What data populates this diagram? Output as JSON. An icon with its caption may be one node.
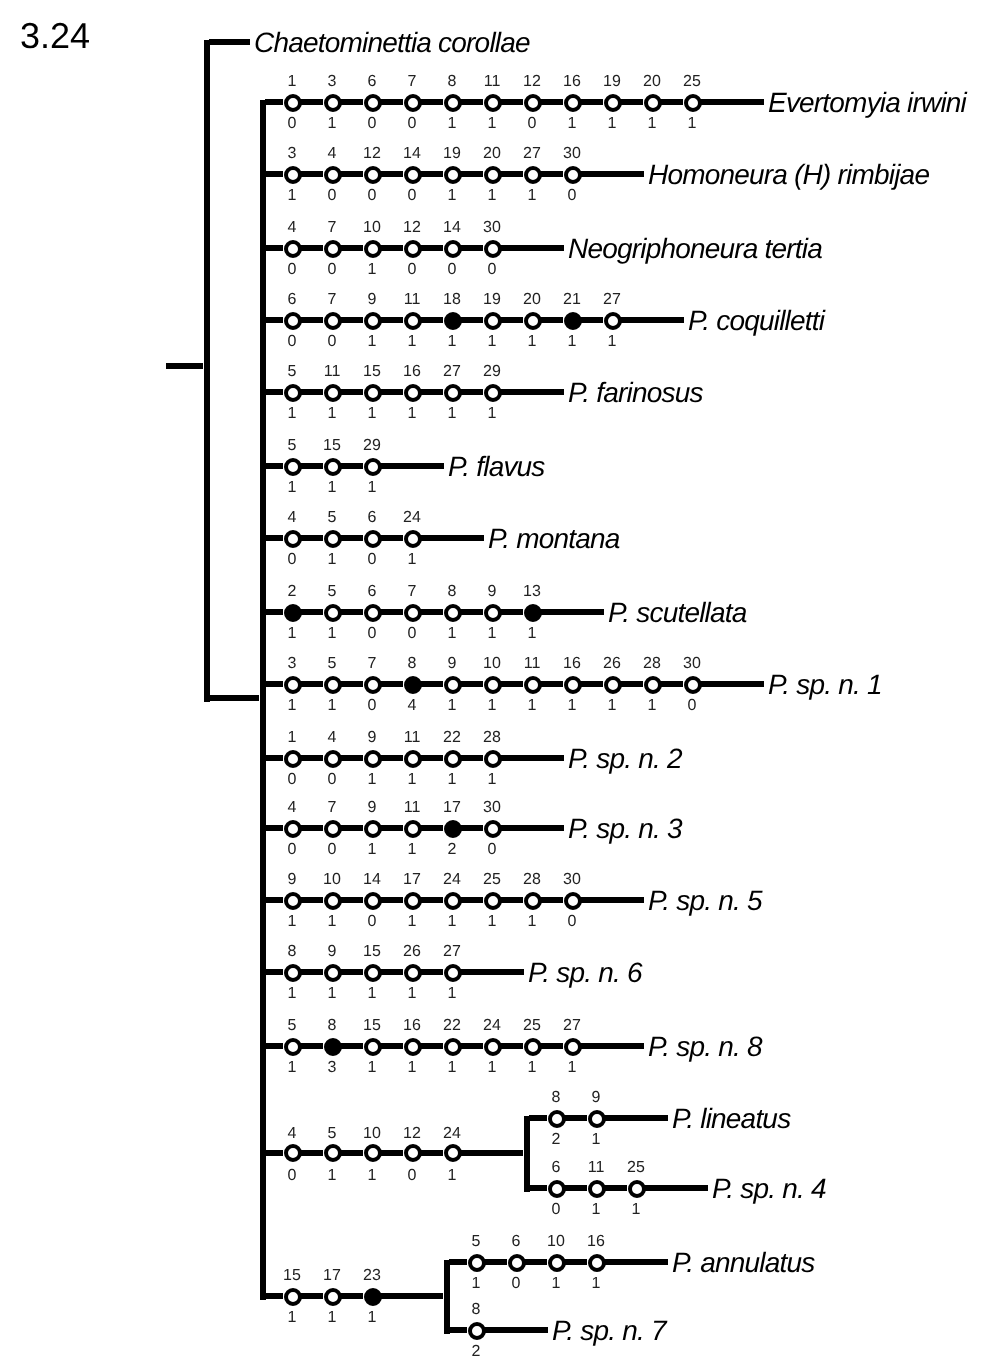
{
  "diagram": {
    "nodes": [
      {
        "text": [],
        "shape": "bar"
      },
      {
        "text": [
          "Chaetominettia corollae"
        ]
      },
      {
        "text": [],
        "shape": "bar"
      },
      {
        "text": [],
        "shape": "circle",
        "beside": [
          "1",
          "0"
        ]
      },
      {
        "text": [],
        "shape": "circle",
        "beside": [
          "3",
          "1"
        ]
      },
      {
        "text": [],
        "shape": "circle",
        "beside": [
          "6",
          "0"
        ]
      },
      {
        "text": [],
        "shape": "circle",
        "beside": [
          "7",
          "0"
        ]
      },
      {
        "text": [],
        "shape": "circle",
        "beside": [
          "8",
          "1"
        ]
      },
      {
        "text": [],
        "shape": "circle",
        "beside": [
          "11",
          "1"
        ]
      },
      {
        "text": [],
        "shape": "circle",
        "beside": [
          "12",
          "0"
        ]
      },
      {
        "text": [],
        "shape": "circle",
        "beside": [
          "16",
          "1"
        ]
      },
      {
        "text": [],
        "shape": "circle",
        "beside": [
          "19",
          "1"
        ]
      },
      {
        "text": [],
        "shape": "circle",
        "beside": [
          "20",
          "1"
        ]
      },
      {
        "text": [],
        "shape": "circle",
        "beside": [
          "25",
          "1"
        ]
      },
      {
        "text": [
          "Evertomyia irwini"
        ]
      },
      {
        "text": [],
        "shape": "circle",
        "beside": [
          "3",
          "1"
        ]
      },
      {
        "text": [],
        "shape": "circle",
        "beside": [
          "4",
          "0"
        ]
      },
      {
        "text": [],
        "shape": "circle",
        "beside": [
          "12",
          "0"
        ]
      },
      {
        "text": [],
        "shape": "circle",
        "beside": [
          "14",
          "0"
        ]
      },
      {
        "text": [],
        "shape": "circle",
        "beside": [
          "19",
          "1"
        ]
      },
      {
        "text": [],
        "shape": "circle",
        "beside": [
          "20",
          "1"
        ]
      },
      {
        "text": [],
        "shape": "circle",
        "beside": [
          "27",
          "1"
        ]
      },
      {
        "text": [],
        "shape": "circle",
        "beside": [
          "30",
          "0"
        ]
      },
      {
        "text": [
          "Homoneura (H) rimbijae"
        ]
      },
      {
        "text": [],
        "shape": "circle",
        "beside": [
          "4",
          "0"
        ]
      },
      {
        "text": [],
        "shape": "circle",
        "beside": [
          "7",
          "0"
        ]
      },
      {
        "text": [],
        "shape": "circle",
        "beside": [
          "10",
          "1"
        ]
      },
      {
        "text": [],
        "shape": "circle",
        "beside": [
          "12",
          "0"
        ]
      },
      {
        "text": [],
        "shape": "circle",
        "beside": [
          "14",
          "0"
        ]
      },
      {
        "text": [],
        "shape": "circle",
        "beside": [
          "30",
          "0"
        ]
      },
      {
        "text": [
          "Neogriphoneura tertia"
        ]
      },
      {
        "text": [],
        "shape": "circle",
        "beside": [
          "6",
          "0"
        ]
      },
      {
        "text": [],
        "shape": "circle",
        "beside": [
          "7",
          "0"
        ]
      },
      {
        "text": [],
        "shape": "circle",
        "beside": [
          "9",
          "1"
        ]
      },
      {
        "text": [],
        "shape": "circle",
        "beside": [
          "11",
          "1"
        ]
      },
      {
        "text": [],
        "shape": "dot",
        "beside": [
          "18",
          "1"
        ]
      },
      {
        "text": [],
        "shape": "circle",
        "beside": [
          "19",
          "1"
        ]
      },
      {
        "text": [],
        "shape": "circle",
        "beside": [
          "20",
          "1"
        ]
      },
      {
        "text": [],
        "shape": "dot",
        "beside": [
          "21",
          "1"
        ]
      },
      {
        "text": [],
        "shape": "circle",
        "beside": [
          "27",
          "1"
        ]
      },
      {
        "text": [
          "P. coquilletti"
        ]
      },
      {
        "text": [],
        "shape": "circle",
        "beside": [
          "5",
          "1"
        ]
      },
      {
        "text": [],
        "shape": "circle",
        "beside": [
          "11",
          "1"
        ]
      },
      {
        "text": [],
        "shape": "circle",
        "beside": [
          "15",
          "1"
        ]
      },
      {
        "text": [],
        "shape": "circle",
        "beside": [
          "16",
          "1"
        ]
      },
      {
        "text": [],
        "shape": "circle",
        "beside": [
          "27",
          "1"
        ]
      },
      {
        "text": [],
        "shape": "circle",
        "beside": [
          "29",
          "1"
        ]
      },
      {
        "text": [
          "P. farinosus"
        ]
      },
      {
        "text": [],
        "shape": "circle",
        "beside": [
          "5",
          "1"
        ]
      },
      {
        "text": [],
        "shape": "circle",
        "beside": [
          "15",
          "1"
        ]
      },
      {
        "text": [],
        "shape": "circle",
        "beside": [
          "29",
          "1"
        ]
      },
      {
        "text": [
          "P. flavus"
        ]
      },
      {
        "text": [],
        "shape": "circle",
        "beside": [
          "4",
          "0"
        ]
      },
      {
        "text": [],
        "shape": "circle",
        "beside": [
          "5",
          "1"
        ]
      },
      {
        "text": [],
        "shape": "circle",
        "beside": [
          "6",
          "0"
        ]
      },
      {
        "text": [],
        "shape": "circle",
        "beside": [
          "24",
          "1"
        ]
      },
      {
        "text": [
          "P. montana"
        ]
      },
      {
        "text": [],
        "shape": "dot",
        "beside": [
          "2",
          "1"
        ]
      },
      {
        "text": [],
        "shape": "circle",
        "beside": [
          "5",
          "1"
        ]
      },
      {
        "text": [],
        "shape": "circle",
        "beside": [
          "6",
          "0"
        ]
      },
      {
        "text": [],
        "shape": "circle",
        "beside": [
          "7",
          "0"
        ]
      },
      {
        "text": [],
        "shape": "circle",
        "beside": [
          "8",
          "1"
        ]
      },
      {
        "text": [],
        "shape": "circle",
        "beside": [
          "9",
          "1"
        ]
      },
      {
        "text": [],
        "shape": "dot",
        "beside": [
          "13",
          "1"
        ]
      },
      {
        "text": [
          "P. scutellata"
        ]
      },
      {
        "text": [],
        "shape": "circle",
        "beside": [
          "3",
          "1"
        ]
      },
      {
        "text": [],
        "shape": "circle",
        "beside": [
          "5",
          "1"
        ]
      },
      {
        "text": [],
        "shape": "circle",
        "beside": [
          "7",
          "0"
        ]
      },
      {
        "text": [],
        "shape": "dot",
        "beside": [
          "8",
          "4"
        ]
      },
      {
        "text": [],
        "shape": "circle",
        "beside": [
          "9",
          "1"
        ]
      },
      {
        "text": [],
        "shape": "circle",
        "beside": [
          "10",
          "1"
        ]
      },
      {
        "text": [],
        "shape": "circle",
        "beside": [
          "11",
          "1"
        ]
      },
      {
        "text": [],
        "shape": "circle",
        "beside": [
          "16",
          "1"
        ]
      },
      {
        "text": [],
        "shape": "circle",
        "beside": [
          "26",
          "1"
        ]
      },
      {
        "text": [],
        "shape": "circle",
        "beside": [
          "28",
          "1"
        ]
      },
      {
        "text": [],
        "shape": "circle",
        "beside": [
          "30",
          "0"
        ]
      },
      {
        "text": [
          "P. sp. n. 1"
        ]
      },
      {
        "text": [],
        "shape": "circle",
        "beside": [
          "1",
          "0"
        ]
      },
      {
        "text": [],
        "shape": "circle",
        "beside": [
          "4",
          "0"
        ]
      },
      {
        "text": [],
        "shape": "circle",
        "beside": [
          "9",
          "1"
        ]
      },
      {
        "text": [],
        "shape": "circle",
        "beside": [
          "11",
          "1"
        ]
      },
      {
        "text": [],
        "shape": "circle",
        "beside": [
          "22",
          "1"
        ]
      },
      {
        "text": [],
        "shape": "circle",
        "beside": [
          "28",
          "1"
        ]
      },
      {
        "text": [
          "P. sp. n. 2"
        ]
      },
      {
        "text": [],
        "shape": "circle",
        "beside": [
          "4",
          "0"
        ]
      },
      {
        "text": [],
        "shape": "circle",
        "beside": [
          "7",
          "0"
        ]
      },
      {
        "text": [],
        "shape": "circle",
        "beside": [
          "9",
          "1"
        ]
      },
      {
        "text": [],
        "shape": "circle",
        "beside": [
          "11",
          "1"
        ]
      },
      {
        "text": [],
        "shape": "dot",
        "beside": [
          "17",
          "2"
        ]
      },
      {
        "text": [],
        "shape": "circle",
        "beside": [
          "30",
          "0"
        ]
      },
      {
        "text": [
          "P. sp. n. 3"
        ]
      },
      {
        "text": [],
        "shape": "circle",
        "beside": [
          "9",
          "1"
        ]
      },
      {
        "text": [],
        "shape": "circle",
        "beside": [
          "10",
          "1"
        ]
      },
      {
        "text": [],
        "shape": "circle",
        "beside": [
          "14",
          "0"
        ]
      },
      {
        "text": [],
        "shape": "circle",
        "beside": [
          "17",
          "1"
        ]
      },
      {
        "text": [],
        "shape": "circle",
        "beside": [
          "24",
          "1"
        ]
      },
      {
        "text": [],
        "shape": "circle",
        "beside": [
          "25",
          "1"
        ]
      },
      {
        "text": [],
        "shape": "circle",
        "beside": [
          "28",
          "1"
        ]
      },
      {
        "text": [],
        "shape": "circle",
        "beside": [
          "30",
          "0"
        ]
      },
      {
        "text": [
          "P. sp. n. 5"
        ]
      },
      {
        "text": [],
        "shape": "circle",
        "beside": [
          "8",
          "1"
        ]
      },
      {
        "text": [],
        "shape": "circle",
        "beside": [
          "9",
          "1"
        ]
      },
      {
        "text": [],
        "shape": "circle",
        "beside": [
          "15",
          "1"
        ]
      },
      {
        "text": [],
        "shape": "circle",
        "beside": [
          "26",
          "1"
        ]
      },
      {
        "text": [],
        "shape": "circle",
        "beside": [
          "27",
          "1"
        ]
      },
      {
        "text": [
          "P. sp. n. 6"
        ]
      },
      {
        "text": [],
        "shape": "circle",
        "beside": [
          "5",
          "1"
        ]
      },
      {
        "text": [],
        "shape": "dot",
        "beside": [
          "8",
          "3"
        ]
      },
      {
        "text": [],
        "shape": "circle",
        "beside": [
          "15",
          "1"
        ]
      },
      {
        "text": [],
        "shape": "circle",
        "beside": [
          "16",
          "1"
        ]
      },
      {
        "text": [],
        "shape": "circle",
        "beside": [
          "22",
          "1"
        ]
      },
      {
        "text": [],
        "shape": "circle",
        "beside": [
          "24",
          "1"
        ]
      },
      {
        "text": [],
        "shape": "circle",
        "beside": [
          "25",
          "1"
        ]
      },
      {
        "text": [],
        "shape": "circle",
        "beside": [
          "27",
          "1"
        ]
      },
      {
        "text": [
          "P. sp. n. 8"
        ]
      },
      {
        "text": [],
        "shape": "circle",
        "beside": [
          "4",
          "0"
        ]
      },
      {
        "text": [],
        "shape": "circle",
        "beside": [
          "5",
          "1"
        ]
      },
      {
        "text": [],
        "shape": "circle",
        "beside": [
          "10",
          "1"
        ]
      },
      {
        "text": [],
        "shape": "circle",
        "beside": [
          "12",
          "0"
        ]
      },
      {
        "text": [],
        "shape": "circle",
        "beside": [
          "24",
          "1"
        ]
      },
      {
        "text": [],
        "shape": "bar"
      },
      {
        "text": [],
        "shape": "circle",
        "beside": [
          "8",
          "2"
        ]
      },
      {
        "text": [],
        "shape": "circle",
        "beside": [
          "9",
          "1"
        ]
      },
      {
        "text": [
          "P. lineatus"
        ]
      },
      {
        "text": [],
        "shape": "circle",
        "beside": [
          "6",
          "0"
        ]
      },
      {
        "text": [],
        "shape": "circle",
        "beside": [
          "11",
          "1"
        ]
      },
      {
        "text": [],
        "shape": "circle",
        "beside": [
          "25",
          "1"
        ]
      },
      {
        "text": [
          "P. sp. n. 4"
        ]
      },
      {
        "text": [],
        "shape": "circle",
        "beside": [
          "15",
          "1"
        ]
      },
      {
        "text": [],
        "shape": "circle",
        "beside": [
          "17",
          "1"
        ]
      },
      {
        "text": [],
        "shape": "dot",
        "beside": [
          "23",
          "1"
        ]
      },
      {
        "text": [],
        "shape": "bar"
      },
      {
        "text": [],
        "shape": "circle",
        "beside": [
          "5",
          "1"
        ]
      },
      {
        "text": [],
        "shape": "circle",
        "beside": [
          "6",
          "0"
        ]
      },
      {
        "text": [],
        "shape": "circle",
        "beside": [
          "10",
          "1"
        ]
      },
      {
        "text": [],
        "shape": "circle",
        "beside": [
          "16",
          "1"
        ]
      },
      {
        "text": [
          "P. annulatus"
        ]
      },
      {
        "text": [],
        "shape": "circle",
        "beside": [
          "8",
          "2"
        ]
      },
      {
        "text": [
          "P. sp. n. 7"
        ]
      }
    ],
    "edges": [
      {
        "from": null,
        "to": 0,
        "arrow": "none"
      },
      {
        "from": 0,
        "to": 1,
        "arrow": "none"
      },
      {
        "from": 0,
        "to": 2,
        "arrow": "none"
      },
      {
        "from": 2,
        "to": 3,
        "arrow": "none"
      },
      {
        "from": 3,
        "to": 4,
        "arrow": "none"
      },
      {
        "from": 4,
        "to": 5,
        "arrow": "none"
      },
      {
        "from": 5,
        "to": 6,
        "arrow": "none"
      },
      {
        "from": 6,
        "to": 7,
        "arrow": "none"
      },
      {
        "from": 7,
        "to": 8,
        "arrow": "none"
      },
      {
        "from": 8,
        "to": 9,
        "arrow": "none"
      },
      {
        "from": 9,
        "to": 10,
        "arrow": "none"
      },
      {
        "from": 10,
        "to": 11,
        "arrow": "none"
      },
      {
        "from": 11,
        "to": 12,
        "arrow": "none"
      },
      {
        "from": 12,
        "to": 13,
        "arrow": "none"
      },
      {
        "from": 13,
        "to": 14,
        "arrow": "none"
      },
      {
        "from": 2,
        "to": 15,
        "arrow": "none"
      },
      {
        "from": 15,
        "to": 16,
        "arrow": "none"
      },
      {
        "from": 16,
        "to": 17,
        "arrow": "none"
      },
      {
        "from": 17,
        "to": 18,
        "arrow": "none"
      },
      {
        "from": 18,
        "to": 19,
        "arrow": "none"
      },
      {
        "from": 19,
        "to": 20,
        "arrow": "none"
      },
      {
        "from": 20,
        "to": 21,
        "arrow": "none"
      },
      {
        "from": 21,
        "to": 22,
        "arrow": "none"
      },
      {
        "from": 22,
        "to": 23,
        "arrow": "none"
      },
      {
        "from": 2,
        "to": 24,
        "arrow": "none"
      },
      {
        "from": 24,
        "to": 25,
        "arrow": "none"
      },
      {
        "from": 25,
        "to": 26,
        "arrow": "none"
      },
      {
        "from": 26,
        "to": 27,
        "arrow": "none"
      },
      {
        "from": 27,
        "to": 28,
        "arrow": "none"
      },
      {
        "from": 28,
        "to": 29,
        "arrow": "none"
      },
      {
        "from": 29,
        "to": 30,
        "arrow": "none"
      },
      {
        "from": 2,
        "to": 31,
        "arrow": "none"
      },
      {
        "from": 31,
        "to": 32,
        "arrow": "none"
      },
      {
        "from": 32,
        "to": 33,
        "arrow": "none"
      },
      {
        "from": 33,
        "to": 34,
        "arrow": "none"
      },
      {
        "from": 34,
        "to": 35,
        "arrow": "none"
      },
      {
        "from": 35,
        "to": 36,
        "arrow": "none"
      },
      {
        "from": 36,
        "to": 37,
        "arrow": "none"
      },
      {
        "from": 37,
        "to": 38,
        "arrow": "none"
      },
      {
        "from": 38,
        "to": 39,
        "arrow": "none"
      },
      {
        "from": 39,
        "to": 40,
        "arrow": "none"
      },
      {
        "from": 2,
        "to": 41,
        "arrow": "none"
      },
      {
        "from": 41,
        "to": 42,
        "arrow": "none"
      },
      {
        "from": 42,
        "to": 43,
        "arrow": "none"
      },
      {
        "from": 43,
        "to": 44,
        "arrow": "none"
      },
      {
        "from": 44,
        "to": 45,
        "arrow": "none"
      },
      {
        "from": 45,
        "to": 46,
        "arrow": "none"
      },
      {
        "from": 46,
        "to": 47,
        "arrow": "none"
      },
      {
        "from": 2,
        "to": 48,
        "arrow": "none"
      },
      {
        "from": 48,
        "to": 49,
        "arrow": "none"
      },
      {
        "from": 49,
        "to": 50,
        "arrow": "none"
      },
      {
        "from": 50,
        "to": 51,
        "arrow": "none"
      },
      {
        "from": 2,
        "to": 52,
        "arrow": "none"
      },
      {
        "from": 52,
        "to": 53,
        "arrow": "none"
      },
      {
        "from": 53,
        "to": 54,
        "arrow": "none"
      },
      {
        "from": 54,
        "to": 55,
        "arrow": "none"
      },
      {
        "from": 55,
        "to": 56,
        "arrow": "none"
      },
      {
        "from": 2,
        "to": 57,
        "arrow": "none"
      },
      {
        "from": 57,
        "to": 58,
        "arrow": "none"
      },
      {
        "from": 58,
        "to": 59,
        "arrow": "none"
      },
      {
        "from": 59,
        "to": 60,
        "arrow": "none"
      },
      {
        "from": 60,
        "to": 61,
        "arrow": "none"
      },
      {
        "from": 61,
        "to": 62,
        "arrow": "none"
      },
      {
        "from": 62,
        "to": 63,
        "arrow": "none"
      },
      {
        "from": 63,
        "to": 64,
        "arrow": "none"
      },
      {
        "from": 2,
        "to": 65,
        "arrow": "none"
      },
      {
        "from": 65,
        "to": 66,
        "arrow": "none"
      },
      {
        "from": 66,
        "to": 67,
        "arrow": "none"
      },
      {
        "from": 67,
        "to": 68,
        "arrow": "none"
      },
      {
        "from": 68,
        "to": 69,
        "arrow": "none"
      },
      {
        "from": 69,
        "to": 70,
        "arrow": "none"
      },
      {
        "from": 70,
        "to": 71,
        "arrow": "none"
      },
      {
        "from": 71,
        "to": 72,
        "arrow": "none"
      },
      {
        "from": 72,
        "to": 73,
        "arrow": "none"
      },
      {
        "from": 73,
        "to": 74,
        "arrow": "none"
      },
      {
        "from": 74,
        "to": 75,
        "arrow": "none"
      },
      {
        "from": 75,
        "to": 76,
        "arrow": "none"
      },
      {
        "from": 2,
        "to": 77,
        "arrow": "none"
      },
      {
        "from": 77,
        "to": 78,
        "arrow": "none"
      },
      {
        "from": 78,
        "to": 79,
        "arrow": "none"
      },
      {
        "from": 79,
        "to": 80,
        "arrow": "none"
      },
      {
        "from": 80,
        "to": 81,
        "arrow": "none"
      },
      {
        "from": 81,
        "to": 82,
        "arrow": "none"
      },
      {
        "from": 82,
        "to": 83,
        "arrow": "none"
      },
      {
        "from": 2,
        "to": 84,
        "arrow": "none"
      },
      {
        "from": 84,
        "to": 85,
        "arrow": "none"
      },
      {
        "from": 85,
        "to": 86,
        "arrow": "none"
      },
      {
        "from": 86,
        "to": 87,
        "arrow": "none"
      },
      {
        "from": 87,
        "to": 88,
        "arrow": "none"
      },
      {
        "from": 88,
        "to": 89,
        "arrow": "none"
      },
      {
        "from": 89,
        "to": 90,
        "arrow": "none"
      },
      {
        "from": 2,
        "to": 91,
        "arrow": "none"
      },
      {
        "from": 91,
        "to": 92,
        "arrow": "none"
      },
      {
        "from": 92,
        "to": 93,
        "arrow": "none"
      },
      {
        "from": 93,
        "to": 94,
        "arrow": "none"
      },
      {
        "from": 94,
        "to": 95,
        "arrow": "none"
      },
      {
        "from": 95,
        "to": 96,
        "arrow": "none"
      },
      {
        "from": 96,
        "to": 97,
        "arrow": "none"
      },
      {
        "from": 97,
        "to": 98,
        "arrow": "none"
      },
      {
        "from": 98,
        "to": 99,
        "arrow": "none"
      },
      {
        "from": 2,
        "to": 100,
        "arrow": "none"
      },
      {
        "from": 100,
        "to": 101,
        "arrow": "none"
      },
      {
        "from": 101,
        "to": 102,
        "arrow": "none"
      },
      {
        "from": 102,
        "to": 103,
        "arrow": "none"
      },
      {
        "from": 103,
        "to": 104,
        "arrow": "none"
      },
      {
        "from": 104,
        "to": 105,
        "arrow": "none"
      },
      {
        "from": 2,
        "to": 106,
        "arrow": "none"
      },
      {
        "from": 106,
        "to": 107,
        "arrow": "none"
      },
      {
        "from": 107,
        "to": 108,
        "arrow": "none"
      },
      {
        "from": 108,
        "to": 109,
        "arrow": "none"
      },
      {
        "from": 109,
        "to": 110,
        "arrow": "none"
      },
      {
        "from": 110,
        "to": 111,
        "arrow": "none"
      },
      {
        "from": 111,
        "to": 112,
        "arrow": "none"
      },
      {
        "from": 112,
        "to": 113,
        "arrow": "none"
      },
      {
        "from": 113,
        "to": 114,
        "arrow": "none"
      },
      {
        "from": 2,
        "to": 115,
        "arrow": "none"
      },
      {
        "from": 115,
        "to": 116,
        "arrow": "none"
      },
      {
        "from": 116,
        "to": 117,
        "arrow": "none"
      },
      {
        "from": 117,
        "to": 118,
        "arrow": "none"
      },
      {
        "from": 118,
        "to": 119,
        "arrow": "none"
      },
      {
        "from": 119,
        "to": 120,
        "arrow": "none"
      },
      {
        "from": 120,
        "to": 121,
        "arrow": "none"
      },
      {
        "from": 121,
        "to": 122,
        "arrow": "none"
      },
      {
        "from": 122,
        "to": 123,
        "arrow": "none"
      },
      {
        "from": 120,
        "to": 124,
        "arrow": "none"
      },
      {
        "from": 124,
        "to": 125,
        "arrow": "none"
      },
      {
        "from": 125,
        "to": 126,
        "arrow": "none"
      },
      {
        "from": 126,
        "to": 127,
        "arrow": "none"
      },
      {
        "from": 2,
        "to": 128,
        "arrow": "none"
      },
      {
        "from": 128,
        "to": 129,
        "arrow": "none"
      },
      {
        "from": 129,
        "to": 130,
        "arrow": "none"
      },
      {
        "from": 130,
        "to": 131,
        "arrow": "none"
      },
      {
        "from": 131,
        "to": 132,
        "arrow": "none"
      },
      {
        "from": 132,
        "to": 133,
        "arrow": "none"
      },
      {
        "from": 133,
        "to": 134,
        "arrow": "none"
      },
      {
        "from": 134,
        "to": 135,
        "arrow": "none"
      },
      {
        "from": 135,
        "to": 136,
        "arrow": "none"
      },
      {
        "from": 131,
        "to": 137,
        "arrow": "none"
      },
      {
        "from": 137,
        "to": 138,
        "arrow": "none"
      }
    ],
    "labels": [
      "3.24"
    ]
  }
}
